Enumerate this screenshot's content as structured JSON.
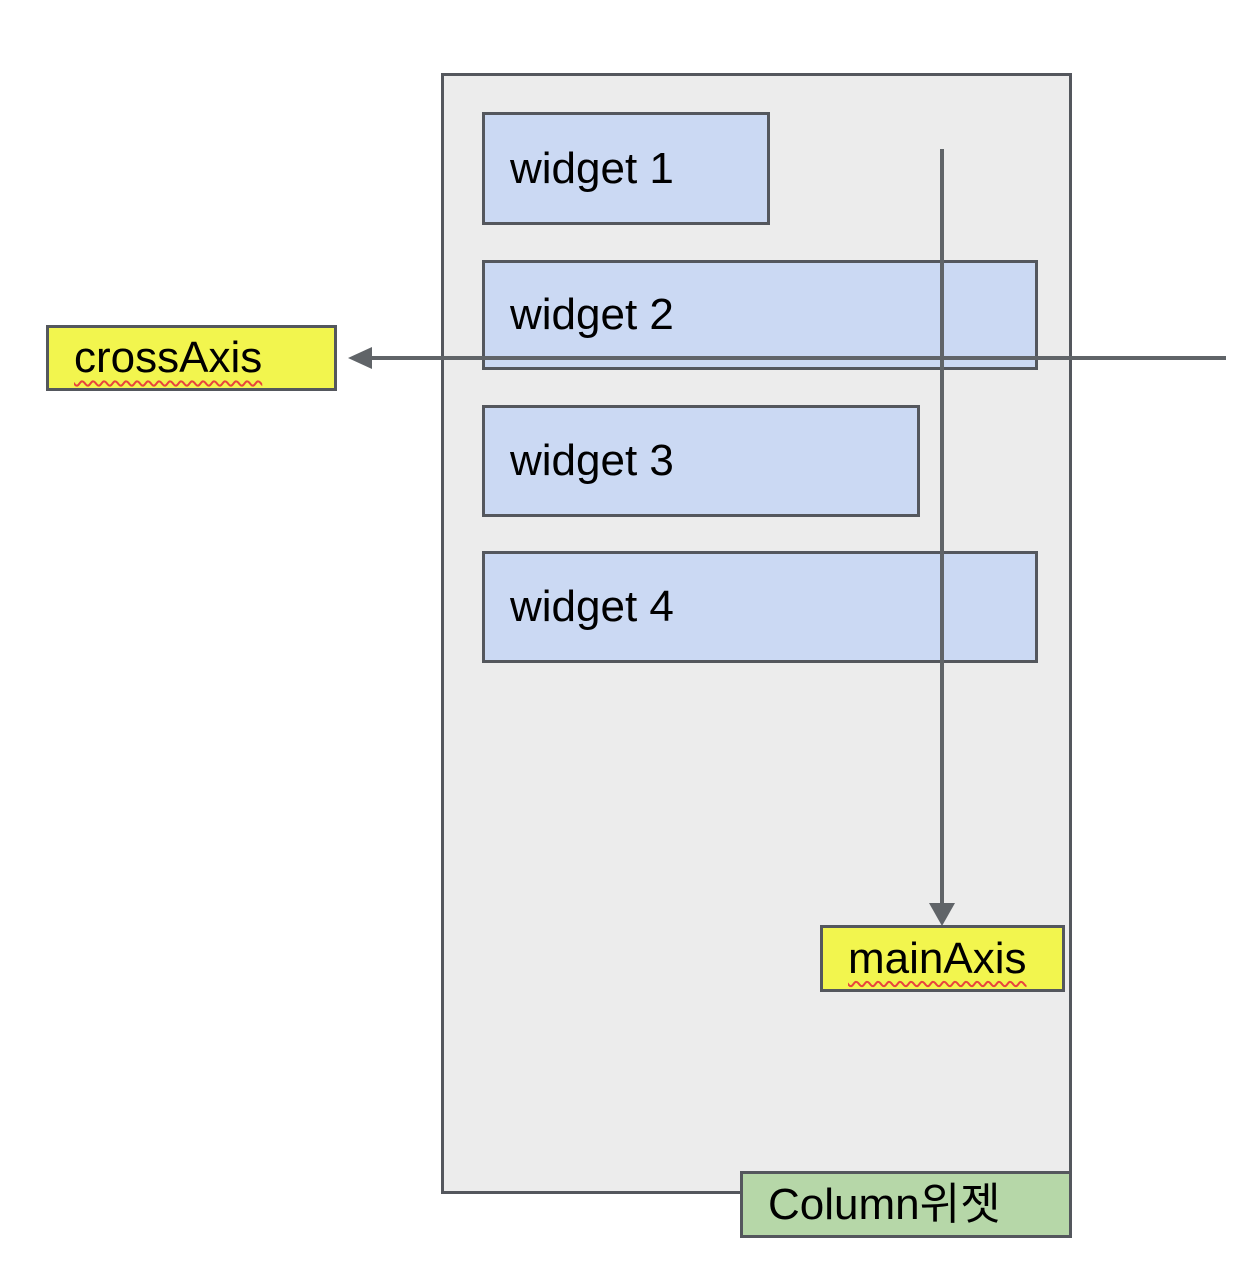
{
  "diagram": {
    "widgets": [
      {
        "label": "widget 1"
      },
      {
        "label": "widget 2"
      },
      {
        "label": "widget 3"
      },
      {
        "label": "widget 4"
      }
    ],
    "labels": {
      "cross_axis": "crossAxis",
      "main_axis": "mainAxis",
      "container": "Column위젯"
    },
    "icons": {
      "main_axis_arrowhead": "arrow-down-icon",
      "cross_axis_arrowhead": "arrow-left-icon"
    },
    "colors": {
      "canvas_bg": "#ffffff",
      "container_fill": "#ececec",
      "shape_border": "#54575d",
      "widget_fill": "#cbd9f3",
      "axis_label_fill": "#f2f54e",
      "container_label_fill": "#b6d7a8",
      "arrow_color": "#606468",
      "squiggle_color": "#e8453c",
      "text_color": "#000000"
    }
  }
}
